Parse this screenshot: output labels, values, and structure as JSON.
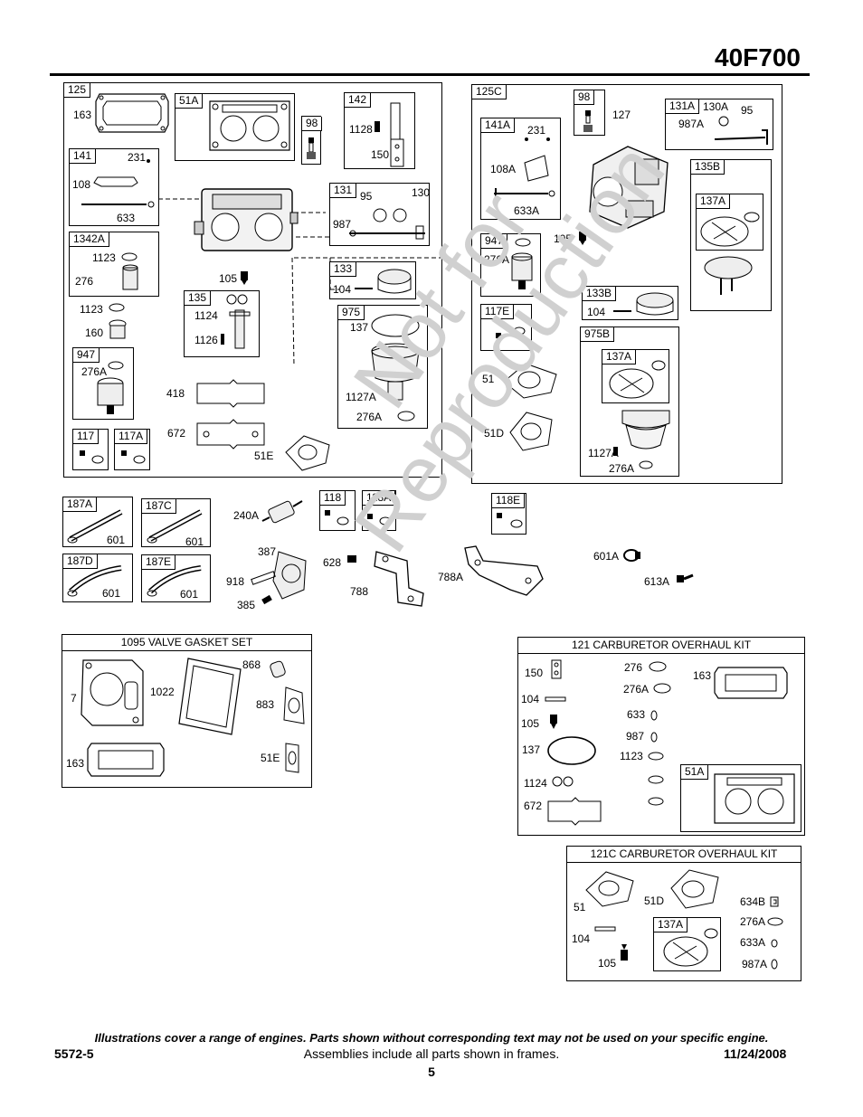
{
  "header": {
    "model": "40F700"
  },
  "watermark": {
    "line1": "Not for",
    "line2": "Reproduction"
  },
  "frames": {
    "f125": "125",
    "f51A": "51A",
    "f142": "142",
    "f98": "98",
    "f141": "141",
    "f131": "131",
    "f1342A": "1342A",
    "f133": "133",
    "f135": "135",
    "f975": "975",
    "f947": "947",
    "f117": "117",
    "f117A": "117A",
    "f125C": "125C",
    "f98b": "98",
    "f131A": "131A",
    "f141A": "141A",
    "f135B": "135B",
    "f137A": "137A",
    "f947b": "947",
    "f133B": "133B",
    "f117E": "117E",
    "f975B": "975B",
    "f137Ab": "137A",
    "f187A": "187A",
    "f187C": "187C",
    "f187D": "187D",
    "f187E": "187E",
    "f118": "118",
    "f118A": "118A",
    "f118E": "118E",
    "f51Akit": "51A",
    "f137Akit": "137A"
  },
  "labels": {
    "l163": "163",
    "l1128": "1128",
    "l150": "150",
    "l231": "231",
    "l108": "108",
    "l633": "633",
    "l95": "95",
    "l130": "130",
    "l987": "987",
    "l1123a": "1123",
    "l276a": "276",
    "l105a": "105",
    "l104a": "104",
    "l1123b": "1123",
    "l160": "160",
    "l1124": "1124",
    "l1126": "1126",
    "l137a": "137",
    "l276Aa": "276A",
    "l418": "418",
    "l1127A": "1127A",
    "l276Ab": "276A",
    "l672": "672",
    "l51E": "51E",
    "l127": "127",
    "l130A": "130A",
    "l95b": "95",
    "l987A": "987A",
    "l231b": "231",
    "l108A": "108A",
    "l633A": "633A",
    "l105b": "105",
    "l276Ac": "276A",
    "l104b": "104",
    "l51": "51",
    "l51D": "51D",
    "l1127Ab": "1127A",
    "l276Ad": "276A",
    "l601a": "601",
    "l601b": "601",
    "l601c": "601",
    "l601d": "601",
    "l240A": "240A",
    "l387": "387",
    "l918": "918",
    "l385": "385",
    "l628": "628",
    "l788": "788",
    "l788A": "788A",
    "l601A": "601A",
    "l613A": "613A"
  },
  "kit1095": {
    "title": "1095 VALVE GASKET SET",
    "l7": "7",
    "l1022": "1022",
    "l868": "868",
    "l883": "883",
    "l163": "163",
    "l51E": "51E"
  },
  "kit121": {
    "title": "121 CARBURETOR OVERHAUL KIT",
    "l150": "150",
    "l276": "276",
    "l163": "163",
    "l276A": "276A",
    "l104": "104",
    "l633": "633",
    "l105": "105",
    "l987": "987",
    "l137": "137",
    "l1123": "1123",
    "l1124": "1124",
    "l672": "672"
  },
  "kit121C": {
    "title": "121C CARBURETOR OVERHAUL KIT",
    "l51": "51",
    "l51D": "51D",
    "l634B": "634B",
    "l276A": "276A",
    "l104": "104",
    "l633A": "633A",
    "l105": "105",
    "l987A": "987A"
  },
  "footer": {
    "note": "Illustrations cover a range of engines. Parts shown without corresponding text may not be used on your specific engine.",
    "doc": "5572-5",
    "assemblies": "Assemblies include all parts shown in frames.",
    "date": "11/24/2008",
    "page": "5"
  }
}
